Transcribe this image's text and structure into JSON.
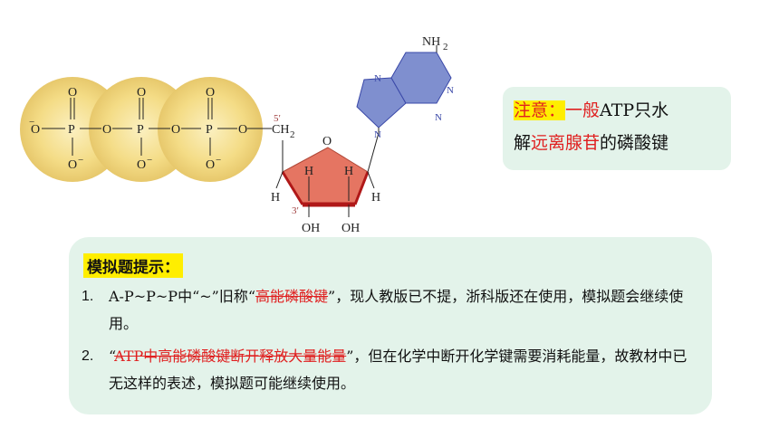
{
  "molecule": {
    "o_minus": "O",
    "minus": "−",
    "p": "P",
    "o": "O",
    "ch": "CH",
    "sub2": "2",
    "prime5": "5′",
    "prime3": "3′",
    "ring_o": "O",
    "h": "H",
    "oh": "OH",
    "n": "N",
    "nh": "NH",
    "colors": {
      "phosphate": "#f4dc86",
      "ribose": "#e57562",
      "base": "#7f8fcf"
    }
  },
  "note": {
    "prefix": "注意：",
    "highlight": "一般",
    "text1": "ATP只水",
    "text2_pre": "解",
    "red_term": "远离腺苷",
    "text2_post": "的磷酸键"
  },
  "hints": {
    "title": "模拟题提示：",
    "items": [
      {
        "num": "1.",
        "pre": "A-P~P~P中“~”旧称“",
        "strike": "高能磷酸键",
        "post": "”，现人教版已不提，浙科版还在使用，模拟题会继续使用。"
      },
      {
        "num": "2.",
        "pre": "“",
        "strike": "ATP中高能磷酸键断开释放大量能量",
        "post": "”，但在化学中断开化学键需要消耗能量，故教材中已无这样的表述，模拟题可能继续使用。"
      }
    ]
  }
}
